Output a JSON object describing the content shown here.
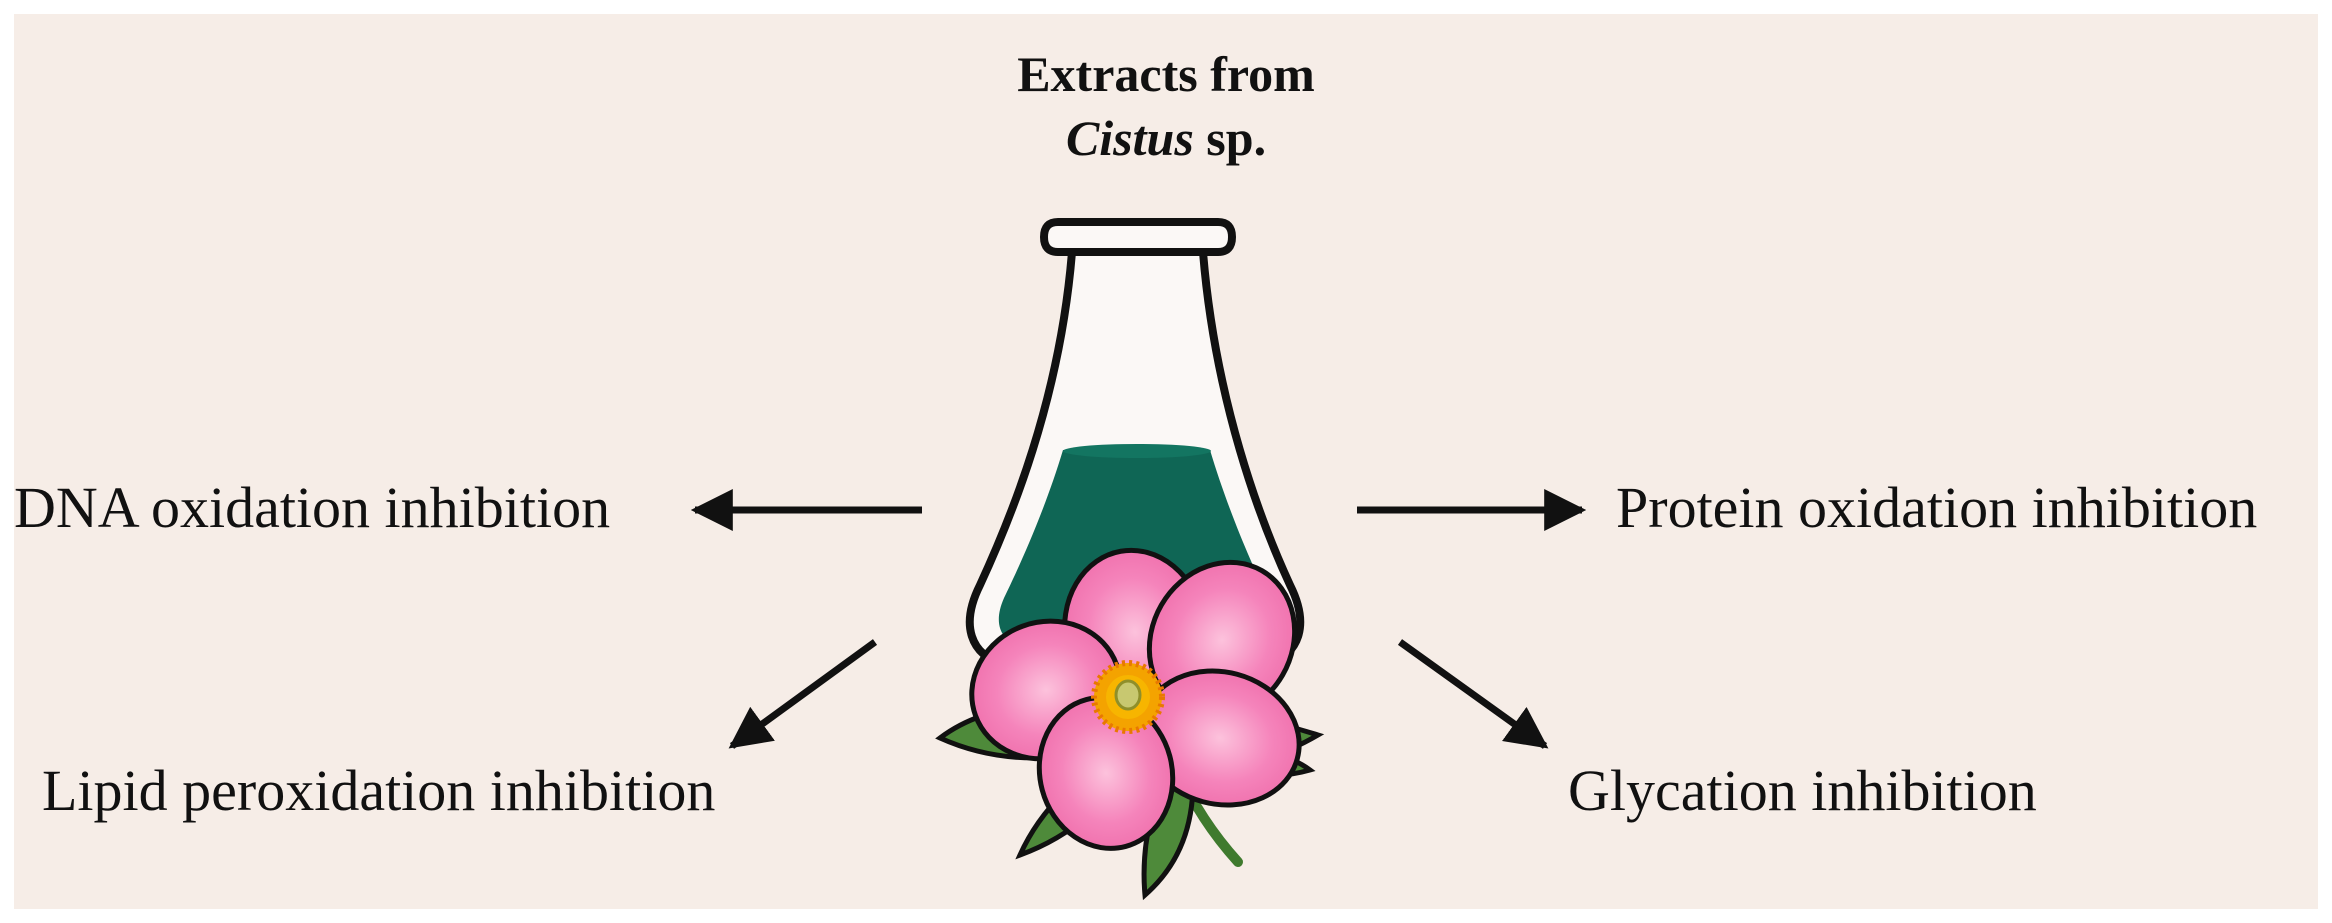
{
  "title": {
    "line1": "Extracts from",
    "genus": "Cistus",
    "suffix": " sp."
  },
  "effects": {
    "left": "DNA oxidation inhibition",
    "right": "Protein oxidation inhibition",
    "bottom_left": "Lipid peroxidation inhibition",
    "bottom_right": "Glycation inhibition"
  },
  "colors": {
    "background": "#f6ede7",
    "liquid": "#0f6655",
    "petal": "#f07ab2",
    "petal_center": "#fbb6d6",
    "stamens": "#f4a300",
    "leaf": "#4e8a3a",
    "outline": "#111111"
  },
  "icons": [
    "flask-icon",
    "flower-icon"
  ]
}
